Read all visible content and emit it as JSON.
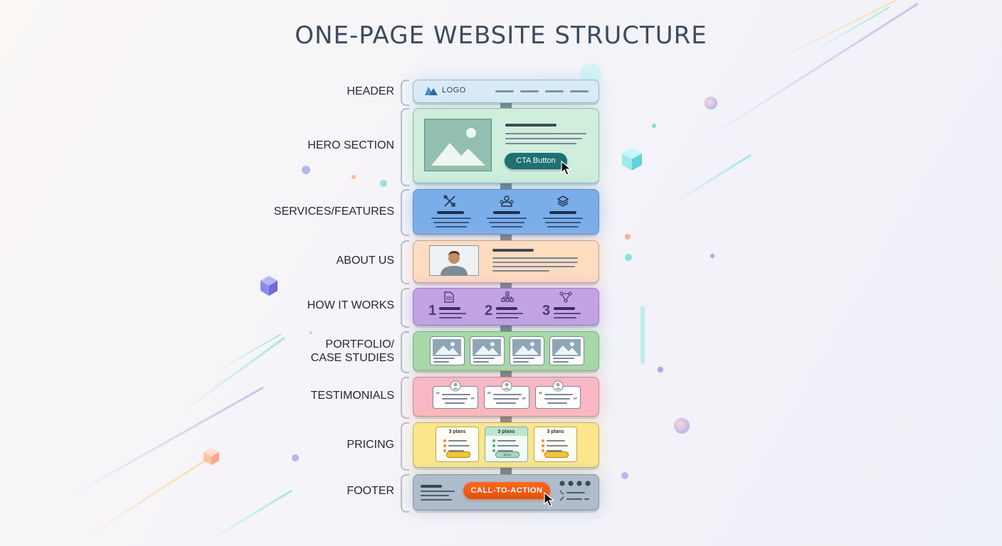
{
  "title": "ONE-PAGE WEBSITE STRUCTURE",
  "sections": [
    {
      "label": "HEADER"
    },
    {
      "label": "HERO SECTION"
    },
    {
      "label": "SERVICES/FEATURES"
    },
    {
      "label": "ABOUT US"
    },
    {
      "label": "HOW IT WORKS"
    },
    {
      "label_line1": "PORTFOLIO/",
      "label_line2": "CASE STUDIES"
    },
    {
      "label": "TESTIMONIALS"
    },
    {
      "label": "PRICING"
    },
    {
      "label": "FOOTER"
    }
  ],
  "header": {
    "logo_text": "LOGO",
    "icon": "logo-mountain-icon"
  },
  "hero": {
    "cta_label": "CTA Button",
    "icons": [
      "image-placeholder-icon",
      "cursor-icon"
    ]
  },
  "services": {
    "icons": [
      "tools-icon",
      "support-team-icon",
      "layers-icon"
    ]
  },
  "about": {
    "icons": [
      "person-photo-icon"
    ]
  },
  "how_it_works": {
    "steps": [
      "1",
      "2",
      "3"
    ],
    "icons": [
      "document-icon",
      "sitemap-icon",
      "network-icon"
    ]
  },
  "pricing": {
    "plan_label": "3 plans",
    "middle_button_label": "Better"
  },
  "footer": {
    "cta_label": "CALL-TO-ACTION",
    "icons": [
      "facebook-icon",
      "twitter-icon",
      "youtube-icon",
      "instagram-icon",
      "phone-icon",
      "link-icon",
      "cursor-icon"
    ]
  },
  "colors": {
    "header": "#d9ebf7",
    "hero": "#cfeedc",
    "services": "#7aaeea",
    "about": "#ffdcc0",
    "how_it_works": "#c3a2e6",
    "portfolio": "#a6d9a8",
    "testimonials": "#f9b8c3",
    "pricing": "#fbe68c",
    "footer": "#aebccb",
    "cta": "#1f6f73",
    "footer_cta": "#f4621a"
  }
}
